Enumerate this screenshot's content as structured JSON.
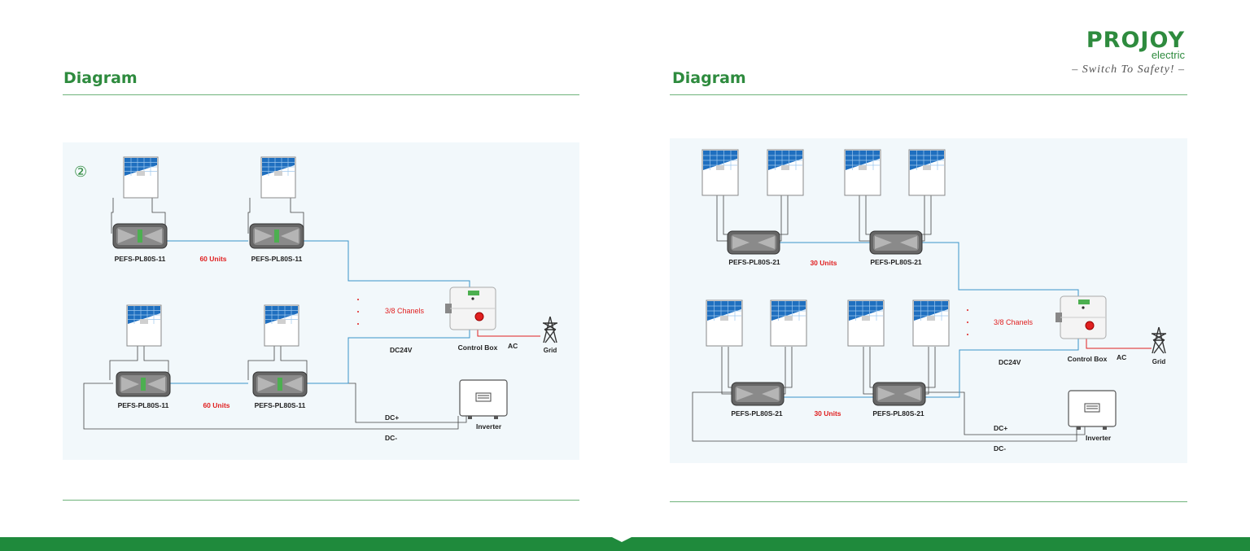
{
  "left_page": {
    "title": "Diagram",
    "index_mark": "②",
    "row1": {
      "device_a": "PEFS-PL80S-11",
      "device_b": "PEFS-PL80S-11",
      "units": "60 Units"
    },
    "row2": {
      "device_a": "PEFS-PL80S-11",
      "device_b": "PEFS-PL80S-11",
      "units": "60 Units"
    },
    "channels": "3/8 Chanels",
    "control_box": "Control Box",
    "ac": "AC",
    "grid": "Grid",
    "dc24v": "DC24V",
    "dc_plus": "DC+",
    "dc_minus": "DC-",
    "inverter": "Inverter"
  },
  "right_page": {
    "title": "Diagram",
    "row1": {
      "device_a": "PEFS-PL80S-21",
      "device_b": "PEFS-PL80S-21",
      "units": "30 Units"
    },
    "row2": {
      "device_a": "PEFS-PL80S-21",
      "device_b": "PEFS-PL80S-21",
      "units": "30 Units"
    },
    "channels": "3/8 Chanels",
    "control_box": "Control Box",
    "ac": "AC",
    "grid": "Grid",
    "dc24v": "DC24V",
    "dc_plus": "DC+",
    "dc_minus": "DC-",
    "inverter": "Inverter"
  },
  "brand": {
    "name": "PROJOY",
    "sub": "electric",
    "tagline": "– Switch To Safety! –"
  },
  "colors": {
    "accent": "#2e8b3e",
    "panel_bg": "#f2f8fb",
    "wire_blue": "#3a93c8",
    "label_red": "#e02020",
    "footer": "#1f8a3c"
  }
}
